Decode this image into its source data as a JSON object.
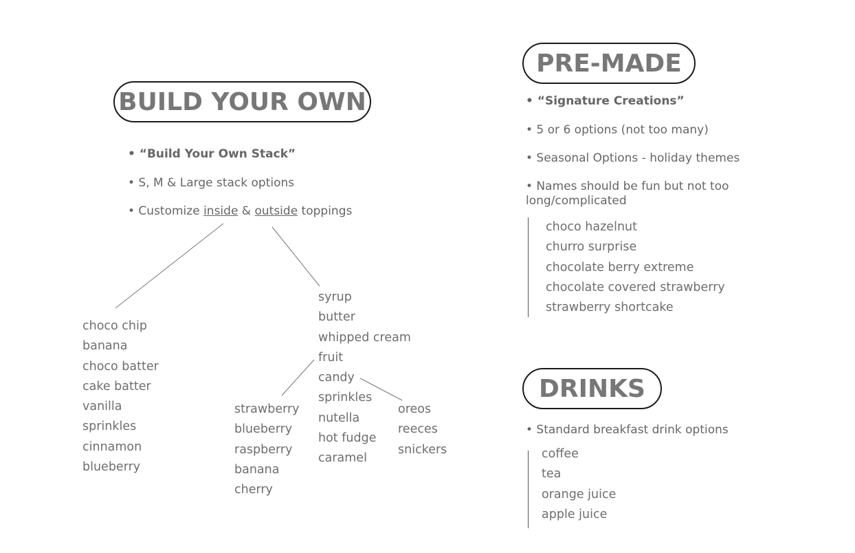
{
  "sections": {
    "build": {
      "title": "BUILD YOUR OWN",
      "bullets": {
        "b1": "• “Build Your Own Stack”",
        "b2": "• S, M & Large stack options",
        "b3_prefix": "• Customize ",
        "b3_inside": "inside",
        "b3_amp": " & ",
        "b3_outside": "outside",
        "b3_suffix": " toppings"
      },
      "inside_toppings": [
        "choco chip",
        "banana",
        "choco batter",
        "cake batter",
        "vanilla",
        "sprinkles",
        "cinnamon",
        "blueberry"
      ],
      "outside_toppings": [
        "syrup",
        "butter",
        "whipped cream",
        "fruit",
        "candy",
        "sprinkles",
        "nutella",
        "hot fudge",
        "caramel"
      ],
      "fruit_options": [
        "strawberry",
        "blueberry",
        "raspberry",
        "banana",
        "cherry"
      ],
      "candy_options": [
        "oreos",
        "reeces",
        "snickers"
      ]
    },
    "premade": {
      "title": "PRE-MADE",
      "bullets": {
        "b1": "• “Signature Creations”",
        "b2": "• 5 or 6 options (not too many)",
        "b3": "• Seasonal Options - holiday themes",
        "b4": "• Names should be fun but not too long/complicated"
      },
      "options": [
        "choco hazelnut",
        "churro surprise",
        "chocolate berry extreme",
        "chocolate covered strawberry",
        "strawberry shortcake"
      ]
    },
    "drinks": {
      "title": "DRINKS",
      "bullets": {
        "b1": "• Standard breakfast drink options"
      },
      "options": [
        "coffee",
        "tea",
        "orange juice",
        "apple juice"
      ]
    }
  }
}
